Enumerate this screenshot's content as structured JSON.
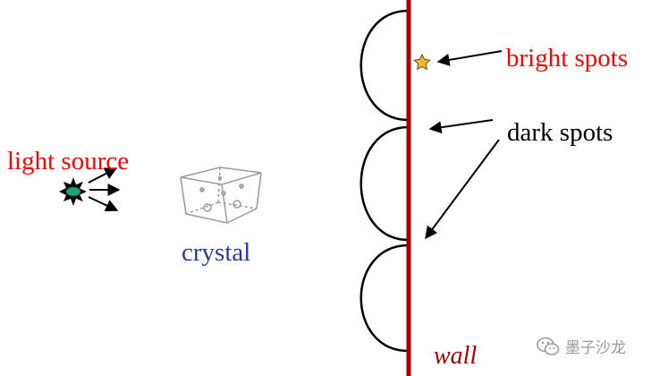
{
  "labels": {
    "light_source": "light source",
    "crystal": "crystal",
    "bright_spots": "bright spots",
    "dark_spots": "dark spots",
    "wall": "wall"
  },
  "watermark": {
    "text": "墨子沙龙",
    "icon": "wechat-icon"
  },
  "colors": {
    "red_label": "#ff0000",
    "blue_label": "#2a35a8",
    "wall": "#a50000",
    "star_fill": "#f7b733",
    "source_fill": "#1fa37a",
    "crystal_edges": "#9a9a9a",
    "watermark": "#9a9a9a",
    "arcs": "#000000"
  }
}
